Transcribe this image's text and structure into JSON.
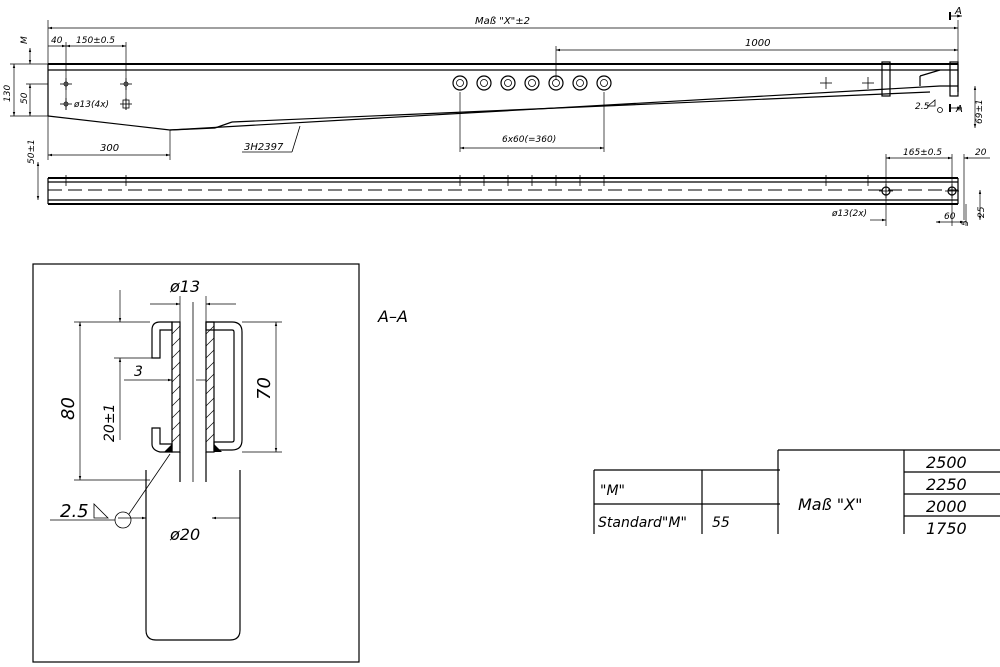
{
  "top_view": {
    "overall_dim": "Maß \"X\"±2",
    "dim_40": "40",
    "dim_150": "150±0.5",
    "dim_1000": "1000",
    "dim_M": "M",
    "dim_130": "130",
    "dim_50": "50",
    "hole_note": "ø13(4x)",
    "dim_300": "300",
    "part_number": "3H2397",
    "dim_6x60": "6x60(=360)",
    "weld_25": "2.5",
    "section_mark_A_top": "A",
    "section_mark_A_side": "A",
    "dim_69": "69±1"
  },
  "bottom_view": {
    "dim_50": "50±1",
    "dim_165": "165±0.5",
    "dim_20": "20",
    "hole_note": "ø13(2x)",
    "dim_60": "60",
    "dim_5": "5",
    "dim_25": "25"
  },
  "section": {
    "label": "A–A",
    "dia_13": "ø13",
    "dim_80": "80",
    "dim_20": "20±1",
    "dim_3": "3",
    "dim_70": "70",
    "weld": "2.5",
    "dia_20": "ø20"
  },
  "table": {
    "row1_label": "\"M\"",
    "row1_value": "",
    "row2_label": "Standard\"M\"",
    "row2_value": "55",
    "x_label": "Maß  \"X\"",
    "x_values": [
      "2500",
      "2250",
      "2000",
      "1750"
    ]
  }
}
